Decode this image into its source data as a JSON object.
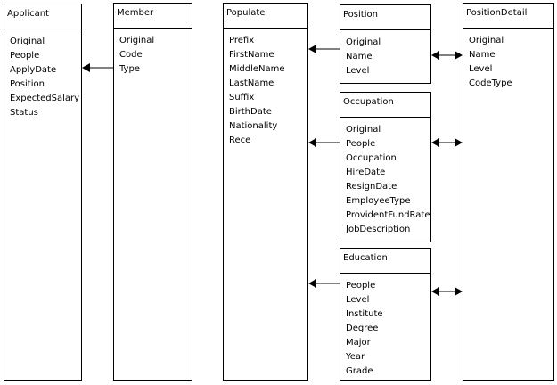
{
  "entities": {
    "applicant": {
      "title": "Applicant",
      "fields": [
        "Original",
        "People",
        "ApplyDate",
        "Position",
        "ExpectedSalary",
        "Status"
      ]
    },
    "member": {
      "title": "Member",
      "fields": [
        "Original",
        "Code",
        "Type"
      ]
    },
    "populate": {
      "title": "Populate",
      "fields": [
        "Prefix",
        "FirstName",
        "MiddleName",
        "LastName",
        "Suffix",
        "BirthDate",
        "Nationality",
        "Rece"
      ]
    },
    "position": {
      "title": "Position",
      "fields": [
        "Original",
        "Name",
        "Level"
      ]
    },
    "occupation": {
      "title": "Occupation",
      "fields": [
        "Original",
        "People",
        "Occupation",
        "HireDate",
        "ResignDate",
        "EmployeeType",
        "ProvidentFundRate",
        "JobDescription"
      ]
    },
    "education": {
      "title": "Education",
      "fields": [
        "People",
        "Level",
        "Institute",
        "Degree",
        "Major",
        "Year",
        "Grade"
      ]
    },
    "position_detail": {
      "title": "PositionDetail",
      "fields": [
        "Original",
        "Name",
        "Level",
        "CodeType"
      ]
    }
  }
}
